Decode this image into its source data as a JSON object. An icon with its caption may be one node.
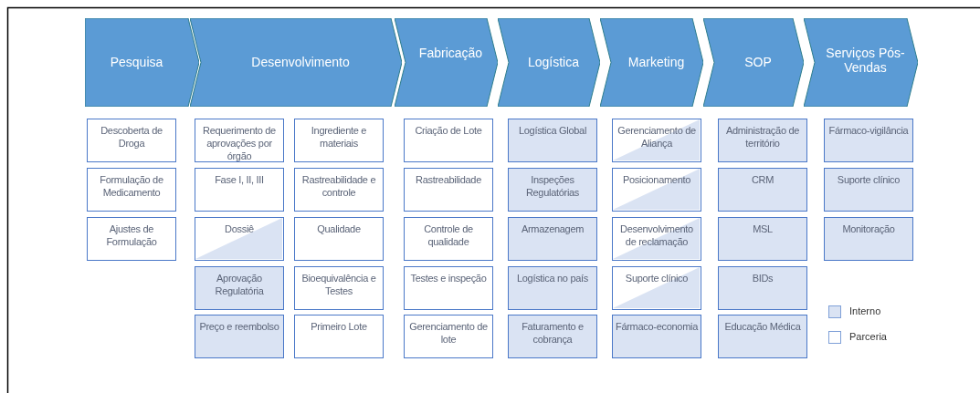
{
  "diagram": {
    "nodes": [
      {
        "text": [
          "Pesquisa"
        ]
      },
      {
        "text": [
          "Desenvolvimento"
        ]
      },
      {
        "text": [
          "Fabricação"
        ]
      },
      {
        "text": [
          "Logística"
        ]
      },
      {
        "text": [
          "Marketing"
        ]
      },
      {
        "text": [
          "SOP"
        ]
      },
      {
        "text": [
          "Serviços Pós-Vendas"
        ]
      },
      {
        "text": [
          "Descoberta de Droga"
        ]
      },
      {
        "text": [
          "Formulação de Medicamento"
        ]
      },
      {
        "text": [
          "Ajustes de Formulação"
        ]
      },
      {
        "text": [
          "Requerimento de aprovações por órgão"
        ]
      },
      {
        "text": [
          "Fase I, II, III"
        ]
      },
      {
        "text": [
          "Dossiê"
        ]
      },
      {
        "text": [
          "Aprovação Regulatória"
        ]
      },
      {
        "text": [
          "Preço e reembolso"
        ]
      },
      {
        "text": [
          "Ingrediente e materiais"
        ]
      },
      {
        "text": [
          "Rastreabilidade e controle"
        ]
      },
      {
        "text": [
          "Qualidade"
        ]
      },
      {
        "text": [
          "Bioequivalência e Testes"
        ]
      },
      {
        "text": [
          "Primeiro Lote"
        ]
      },
      {
        "text": [
          "Criação de Lote"
        ]
      },
      {
        "text": [
          "Rastreabilidade"
        ]
      },
      {
        "text": [
          "Controle de qualidade"
        ]
      },
      {
        "text": [
          "Testes e inspeção"
        ]
      },
      {
        "text": [
          "Gerenciamento de lote"
        ]
      },
      {
        "text": [
          "Logística Global"
        ]
      },
      {
        "text": [
          "Inspeções Regulatórias"
        ]
      },
      {
        "text": [
          "Armazenagem"
        ]
      },
      {
        "text": [
          "Logística no país"
        ]
      },
      {
        "text": [
          "Faturamento e cobrança"
        ]
      },
      {
        "text": [
          "Gerenciamento de Aliança"
        ]
      },
      {
        "text": [
          "Posicionamento"
        ]
      },
      {
        "text": [
          "Desenvolvimento de reclamação"
        ]
      },
      {
        "text": [
          "Suporte clínico"
        ]
      },
      {
        "text": [
          "Fármaco-economia"
        ]
      },
      {
        "text": [
          "Administração de território"
        ]
      },
      {
        "text": [
          "CRM"
        ]
      },
      {
        "text": [
          "MSL"
        ]
      },
      {
        "text": [
          "BIDs"
        ]
      },
      {
        "text": [
          "Educação Médica"
        ]
      },
      {
        "text": [
          "Fármaco-vigilância"
        ]
      },
      {
        "text": [
          "Suporte clínico"
        ]
      },
      {
        "text": [
          "Monitoração"
        ]
      }
    ],
    "legend": [
      {
        "text": "Interno",
        "color": "#dae3f3"
      },
      {
        "text": "Parceria",
        "color": "#ffffff"
      }
    ]
  }
}
